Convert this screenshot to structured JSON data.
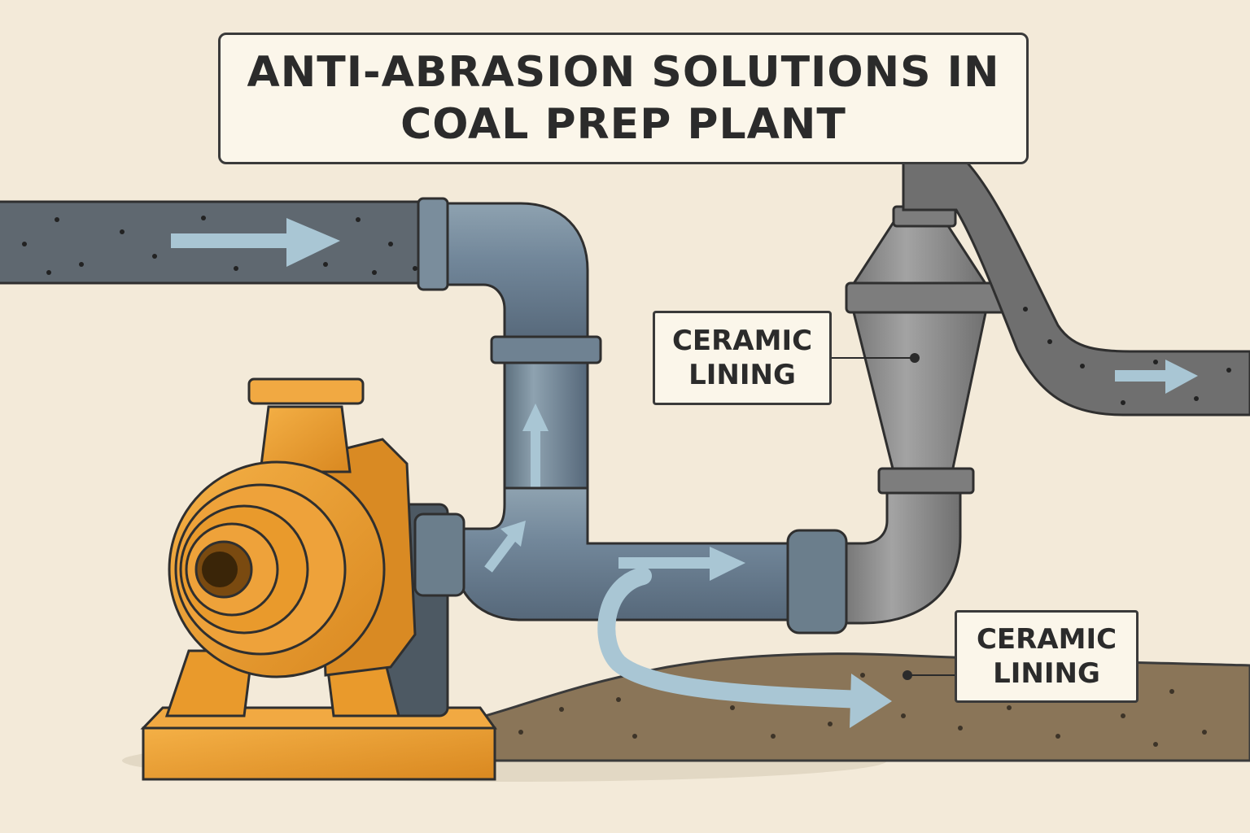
{
  "title": {
    "line1": "ANTI-ABRASION SOLUTIONS IN",
    "line2": "COAL PREP PLANT"
  },
  "callouts": [
    {
      "line1": "CERAMIC",
      "line2": "LINING"
    },
    {
      "line1": "CERAMIC",
      "line2": "LINING"
    }
  ],
  "colors": {
    "background": "#f3ead9",
    "pump_orange": "#e99a2c",
    "pipe_blue_gray": "#6b7e8c",
    "slurry_pipe": "#5f6870",
    "cyclone_gray": "#8c8c8c",
    "flow_arrow": "#a9c6d4",
    "sediment": "#8a7558"
  }
}
